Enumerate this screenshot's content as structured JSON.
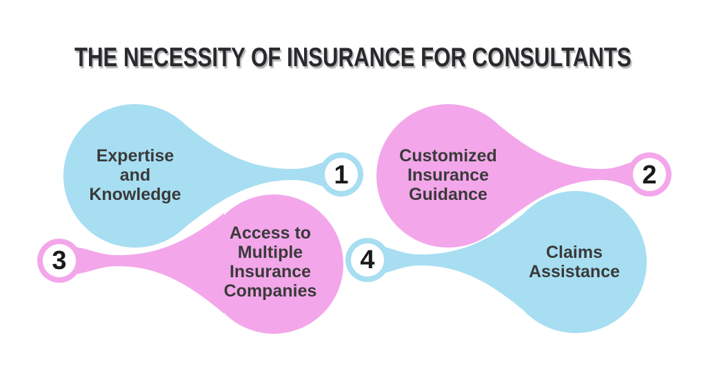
{
  "title": "THE NECESSITY OF INSURANCE FOR CONSULTANTS",
  "colors": {
    "background": "#ffffff",
    "blue": "#a7def2",
    "pink": "#f3a7ea",
    "ring_inner": "#ffffff",
    "label_text": "#3a3a3a",
    "number_text": "#1a1a1a",
    "title_text": "#2a2a2e"
  },
  "items": [
    {
      "number": "1",
      "label": "Expertise\nand\nKnowledge",
      "color": "blue"
    },
    {
      "number": "2",
      "label": "Customized\nInsurance\nGuidance",
      "color": "pink"
    },
    {
      "number": "3",
      "label": "Access to\nMultiple\nInsurance\nCompanies",
      "color": "pink"
    },
    {
      "number": "4",
      "label": "Claims\nAssistance",
      "color": "blue"
    }
  ]
}
